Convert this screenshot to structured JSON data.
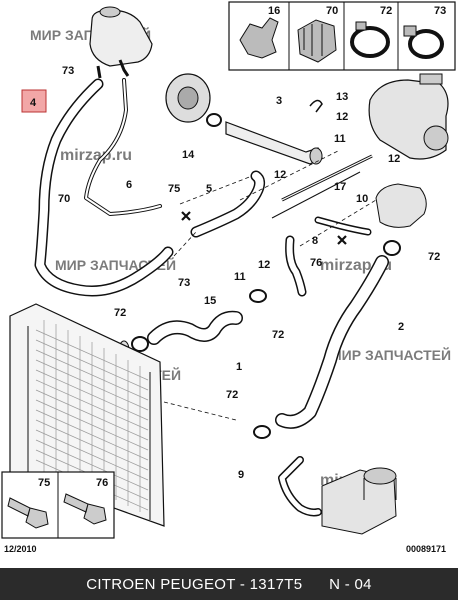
{
  "footer": {
    "brand": "CITROEN PEUGEOT - 1317T5",
    "page": "N - 04"
  },
  "diagram": {
    "date_code": "12/2010",
    "ref_code": "00089171",
    "watermark_brand": "МИР ЗАПЧАСТЕЙ",
    "watermark_site": "mirzap.ru",
    "inset_labels": [
      "16",
      "70",
      "72",
      "73"
    ],
    "bolt_labels": [
      "75",
      "76"
    ],
    "highlight_label": "4",
    "callouts": [
      "73",
      "4",
      "70",
      "6",
      "75",
      "73",
      "5",
      "3",
      "13",
      "14",
      "12",
      "12",
      "11",
      "12",
      "17",
      "10",
      "72",
      "8",
      "76",
      "15",
      "11",
      "12",
      "72",
      "72",
      "1",
      "2",
      "72",
      "9"
    ]
  }
}
